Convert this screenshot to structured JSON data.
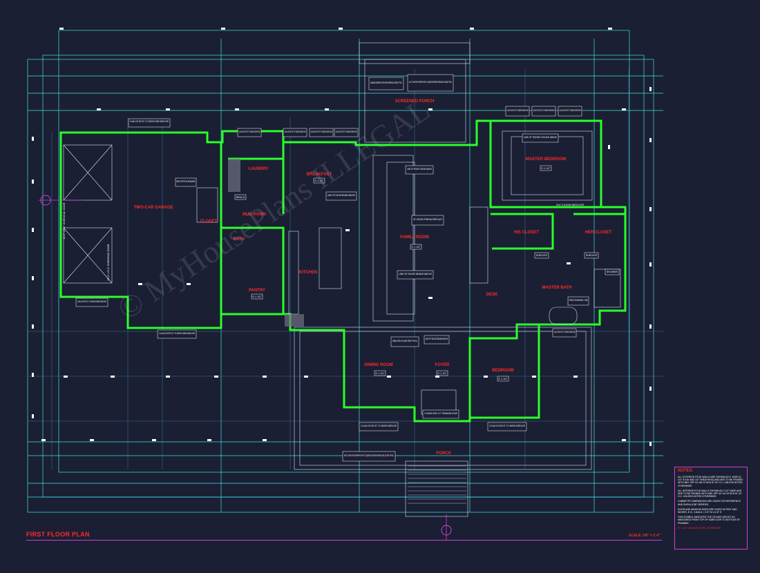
{
  "plan": {
    "title": "FIRST FLOOR PLAN",
    "scale": "SCALE: 1/8\" = 1'-0\"",
    "watermark": "© MyHousePlans ILLEGAL",
    "colors": {
      "background": "#1b1f33",
      "walls": "#2bff2b",
      "dimensions": "#41e2e6",
      "labels": "#ff2a2a",
      "border": "#d23fd2"
    }
  },
  "rooms": {
    "garage": "TWO-CAR GARAGE",
    "laundry": "LAUNDRY",
    "closet": "CLOSET",
    "mud_room": "MUD ROOM",
    "bath": "BATH",
    "pantry": "PANTRY",
    "kitchen": "KITCHEN",
    "breakfast": "BREAKFAST",
    "screened_porch": "SCREENED PORCH",
    "family_room": "FAMILY ROOM",
    "master_bedroom": "MASTER BEDROOM",
    "his_closet": "HIS CLOSET",
    "her_closet": "HER CLOSET",
    "master_bath": "MASTER BATH",
    "dining_room": "DINING ROOM",
    "foyer": "FOYER",
    "bedroom": "BEDROOM",
    "porch": "PORCH",
    "desk": "DESK"
  },
  "callouts": {
    "garage_header": "9-0x8-0 OH SET AT 7'-0\" ABOVE HOME SUBFLOOR",
    "garage_doors": "16'-0\" x 8'-0\" OVERHEAD DOOR",
    "brick_steps": "BRICK STEPS AS REQUIRED",
    "garage_window": "3-0x6-0 OH SET AT 7'-8\" ABOVE HOME SUBFLOOR",
    "garage_window_bottom": "2-3-0x6-0 OH SET AT 7'-8\" ABOVE HOME SUBFLOOR",
    "bench": "BENCH",
    "porch_screen": "ALUMINUM SCREENING SYSTEM WITH FIBERGLASS SCREEN TYPICAL",
    "porch_post": "4x4 P.T. WOOD POST WRAPPED WITH 10\" SQUARE DECORATIVE FIBERGLASS COLUMN TYPICAL",
    "false_beams": "LINE OF FALSE BEAMS ABOVE",
    "trayed_ceiling": "LINE OF TRAYED CEILING ABOVE",
    "fireplace": "36\" VENTED PREFAB FIREPLACE",
    "barn_door": "5'0x7'-0 SLIDING BARN DOOR",
    "shelves": "SHELVES",
    "tub": "FREE STANDING TUB",
    "shower": "SHOWER",
    "column_trim": "SIMULATED COLUMN TRIM TYPICAL",
    "transom": "2-3'0x6'8 WITH 1'2\" TRANSOM OVER",
    "front_post": "6x6 P.T. WOOD POST WRAPPED WITH 10\" SQUARE DECORATIVE FIBERGLASS COLUMN TYPICAL",
    "window_set": "3-0x4-0 SH SET AT 7'-8\" ABOVE SUBFLOOR",
    "window_dining": "2-3-0x6-0 SH SET AT 7'-8\" ABOVE SUBFLOOR",
    "ceiling": "9'-1 1/2\""
  },
  "notes": {
    "title": "NOTES:",
    "items": [
      "ALL EXTERIOR STUD WALLS ARE SHOWN AS 6\" WIDE (5 1/2\" STUD AND 1/2\" SHEATHING) AND ARE TO BE FRAMED WITH MIN. SPF #2 2x6 STUDS AT 16\" O.C. UNLESS NOTED OTHERWISE",
      "ALL INTERIOR STUD WALLS SHOWN AS 3 1/2\" WIDE AND ARE TO BE FRAMED WITH MIN. SPF #2 2x4 STUDS AT 16\" O.C. UNLESS NOTED OTHERWISE",
      "CABINETRY DIMENSIONS ARE GIVEN FOR REFERENCE AND SHOULD BE VERIFIED",
      "DOOR AND WINDOW SIZES ARE GIVEN IN FEET AND INCHES, E.G.: 2-6x6-8 = 2'-6\" W x 6'-8\" H",
      "THIS SYMBOL INDICATES THE CEILING HEIGHT AS MEASURED FROM TOP OF SUBFLOOR TO BOTTOM OF FRAMING",
      "IF 1'-1/2\" UNLESS NOTED OTHERWISE"
    ]
  }
}
